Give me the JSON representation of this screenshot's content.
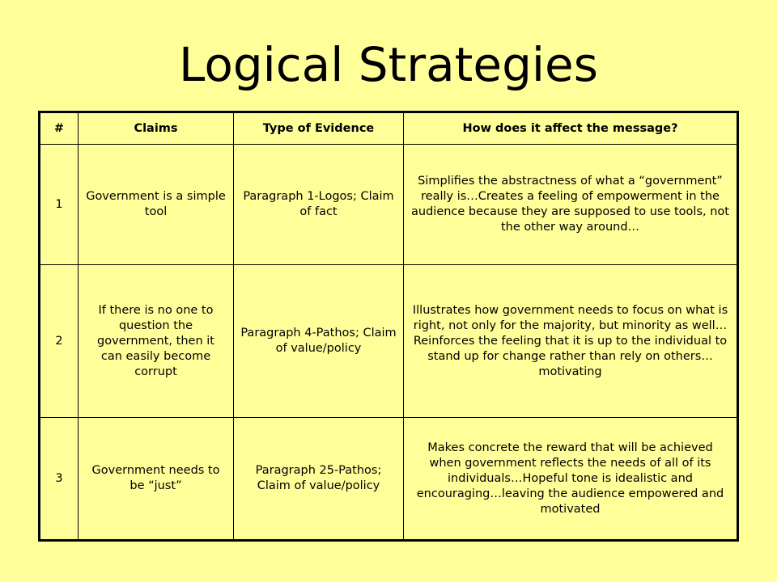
{
  "slide": {
    "title": "Logical Strategies"
  },
  "table": {
    "headers": [
      "#",
      "Claims",
      "Type of Evidence",
      "How does it affect the message?"
    ],
    "rows": [
      {
        "num": "1",
        "claim": "Government is a simple tool",
        "evidence": "Paragraph 1-Logos; Claim of fact",
        "effect": "Simplifies the abstractness of what a “government” really is…Creates a feeling of empowerment in the audience because they are supposed to use tools, not the other way around…"
      },
      {
        "num": "2",
        "claim": "If there is no one to question the government, then it can easily become corrupt",
        "evidence": "Paragraph 4-Pathos; Claim of value/policy",
        "effect": "Illustrates how government needs to focus on what is right, not only for the majority, but minority as well…Reinforces the feeling that it is up to the individual to stand up for change rather than rely on others…motivating"
      },
      {
        "num": "3",
        "claim": "Government needs to be “just”",
        "evidence": "Paragraph 25-Pathos; Claim of value/policy",
        "effect": "Makes concrete the reward that will be achieved when government reflects the needs of all of its individuals…Hopeful tone is idealistic and encouraging…leaving the audience empowered and motivated"
      }
    ]
  }
}
